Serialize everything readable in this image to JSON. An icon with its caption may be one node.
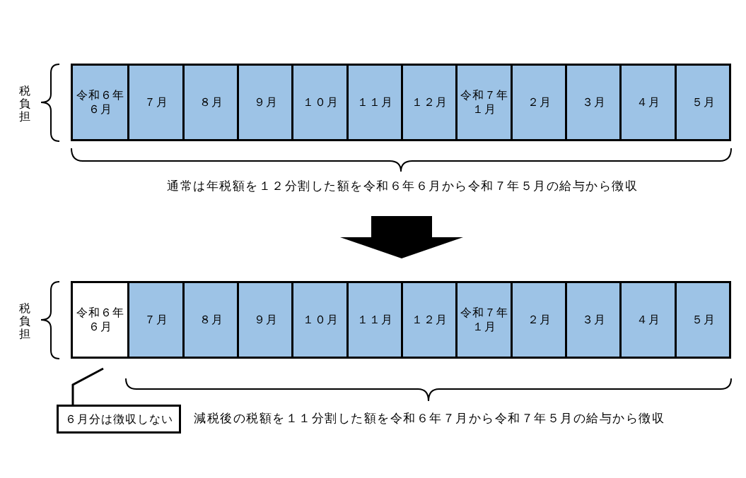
{
  "diagram": {
    "nodes": [
      {
        "text": [],
        "shape": "box"
      },
      {
        "text": [
          "令和６年６月"
        ],
        "in": 0
      },
      {
        "text": [
          "７月"
        ],
        "in": 0
      },
      {
        "text": [
          "８月"
        ],
        "in": 0
      },
      {
        "text": [
          "９月"
        ],
        "in": 0
      },
      {
        "text": [
          "１０月"
        ],
        "in": 0
      },
      {
        "text": [
          "１１月"
        ],
        "in": 0
      },
      {
        "text": [
          "１２月"
        ],
        "in": 0
      },
      {
        "text": [
          "令和７年１月"
        ],
        "in": 0
      },
      {
        "text": [
          "２月"
        ],
        "in": 0
      },
      {
        "text": [
          "３月"
        ],
        "in": 0
      },
      {
        "text": [
          "４月"
        ],
        "in": 0
      },
      {
        "text": [
          "５月"
        ],
        "in": 0
      },
      {
        "text": [
          "通常は年税額を１２分割した額を令和６年６月から令和７年５月の給与から徴収"
        ]
      },
      {
        "text": [],
        "shape": "box"
      },
      {
        "text": [
          "令和６年６月"
        ],
        "in": 14
      },
      {
        "text": [
          "７月"
        ],
        "in": 14
      },
      {
        "text": [
          "８月"
        ],
        "in": 14
      },
      {
        "text": [
          "９月"
        ],
        "in": 14
      },
      {
        "text": [
          "１０月"
        ],
        "in": 14
      },
      {
        "text": [
          "１１月"
        ],
        "in": 14
      },
      {
        "text": [
          "１２月"
        ],
        "in": 14
      },
      {
        "text": [
          "令和７年１月"
        ],
        "in": 14
      },
      {
        "text": [
          "２月"
        ],
        "in": 14
      },
      {
        "text": [
          "３月"
        ],
        "in": 14
      },
      {
        "text": [
          "４月"
        ],
        "in": 14
      },
      {
        "text": [
          "５月"
        ],
        "in": 14
      },
      {
        "text": [
          "６月分は徴収しない"
        ]
      }
    ],
    "edges": [
      {
        "from": 13,
        "to": 14,
        "arrow": "to",
        "style": "thick"
      },
      {
        "from": 27,
        "to": 15,
        "arrow": "none"
      }
    ],
    "labels": [
      "税負担",
      "税負担",
      "減税後の税額を１１分割した額を令和６年７月から令和７年５月の給与から徴収"
    ]
  }
}
